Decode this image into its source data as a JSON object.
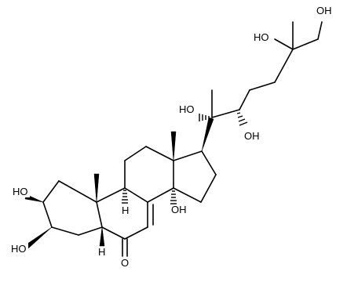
{
  "molecule": {
    "atom_labels": {
      "oh_2": "HO",
      "oh_3": "HO",
      "h_5": "H",
      "o_6": "O",
      "h_9": "H",
      "oh_14": "OH",
      "oh_20": "HO",
      "oh_22": "OH",
      "oh_25": "HO",
      "oh_26": "OH"
    }
  }
}
